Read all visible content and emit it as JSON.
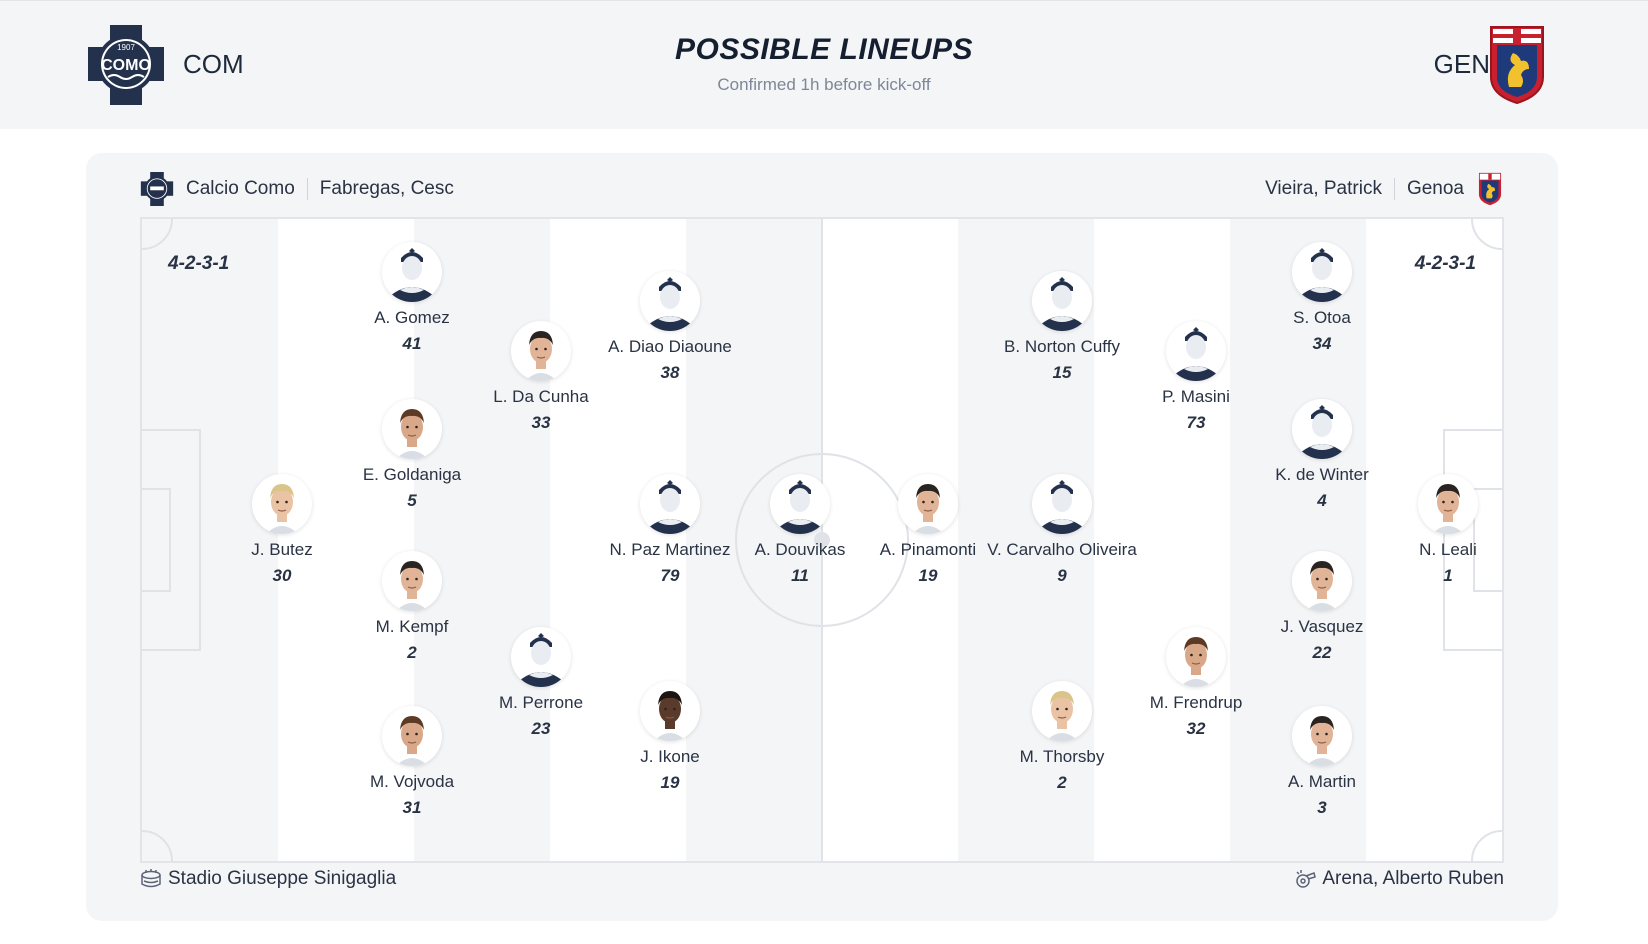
{
  "header": {
    "title": "POSSIBLE LINEUPS",
    "subtitle": "Confirmed 1h before kick-off",
    "home_code": "COM",
    "away_code": "GEN",
    "home_logo_text": "COMO",
    "home_logo_year": "1907"
  },
  "home": {
    "team": "Calcio Como",
    "coach": "Fabregas, Cesc",
    "formation": "4-2-3-1",
    "players": [
      {
        "name": "J. Butez",
        "number": "30",
        "photo": "blond"
      },
      {
        "name": "A. Gomez",
        "number": "41",
        "photo": "silhouette"
      },
      {
        "name": "E. Goldaniga",
        "number": "5",
        "photo": "brown"
      },
      {
        "name": "M. Kempf",
        "number": "2",
        "photo": "dark"
      },
      {
        "name": "M. Vojvoda",
        "number": "31",
        "photo": "brown"
      },
      {
        "name": "L. Da Cunha",
        "number": "33",
        "photo": "dark"
      },
      {
        "name": "M. Perrone",
        "number": "23",
        "photo": "silhouette"
      },
      {
        "name": "A. Diao Diaoune",
        "number": "38",
        "photo": "silhouette"
      },
      {
        "name": "N. Paz Martinez",
        "number": "79",
        "photo": "silhouette"
      },
      {
        "name": "J. Ikone",
        "number": "19",
        "photo": "black"
      },
      {
        "name": "A. Douvikas",
        "number": "11",
        "photo": "silhouette"
      }
    ]
  },
  "away": {
    "team": "Genoa",
    "coach": "Vieira, Patrick",
    "formation": "4-2-3-1",
    "players": [
      {
        "name": "A. Pinamonti",
        "number": "19",
        "photo": "dark"
      },
      {
        "name": "B. Norton Cuffy",
        "number": "15",
        "photo": "silhouette"
      },
      {
        "name": "V. Carvalho Oliveira",
        "number": "9",
        "photo": "silhouette"
      },
      {
        "name": "M. Thorsby",
        "number": "2",
        "photo": "blond"
      },
      {
        "name": "P. Masini",
        "number": "73",
        "photo": "silhouette"
      },
      {
        "name": "M. Frendrup",
        "number": "32",
        "photo": "brown"
      },
      {
        "name": "S. Otoa",
        "number": "34",
        "photo": "silhouette"
      },
      {
        "name": "K. de Winter",
        "number": "4",
        "photo": "silhouette"
      },
      {
        "name": "J. Vasquez",
        "number": "22",
        "photo": "dark"
      },
      {
        "name": "A. Martin",
        "number": "3",
        "photo": "dark"
      },
      {
        "name": "N. Leali",
        "number": "1",
        "photo": "dark"
      }
    ]
  },
  "venue": "Stadio Giuseppe Sinigaglia",
  "referee": "Arena, Alberto Ruben",
  "colors": {
    "accent_navy": "#23314d",
    "genoa_red": "#c8202f",
    "genoa_blue": "#1f3a7a",
    "stripe": "#f4f5f7"
  }
}
